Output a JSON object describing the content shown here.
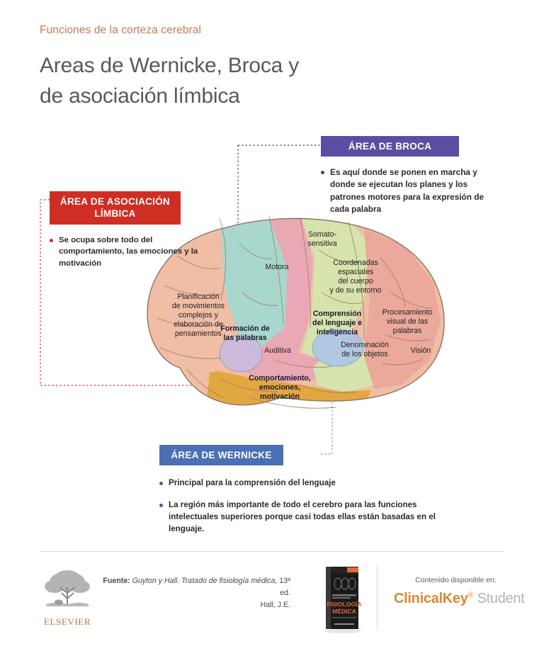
{
  "header": {
    "eyebrow": "Funciones de la corteza cerebral",
    "title_line1": "Areas de Wernicke, Broca y",
    "title_line2": "de asociación límbica"
  },
  "callouts": {
    "broca": {
      "title": "ÁREA DE BROCA",
      "color": "#5b4ea2",
      "bullets": [
        "Es aquí donde se ponen en marcha y donde se ejecutan los planes y los patrones motores para la expresión de cada palabra"
      ]
    },
    "limbica": {
      "title": "ÁREA DE\nASOCIACIÓN LÍMBICA",
      "color": "#cf2e24",
      "bullets": [
        "Se ocupa sobre todo del comportamiento, las emociones y la motivación"
      ]
    },
    "wernicke": {
      "title": "ÁREA DE WERNICKE",
      "color": "#4a6fb5",
      "bullets": [
        "Principal para la comprensión del lenguaje",
        "La región más importante de todo el cerebro para las funciones intelectuales superiores porque casi todas ellas están basadas en el lenguaje."
      ]
    }
  },
  "brain": {
    "regions": [
      {
        "name": "prefrontal",
        "label": "Planificación\nde movimientos\ncomplejos y\nelaboración de\npensamientos",
        "color": "#f0bda5"
      },
      {
        "name": "motora",
        "label": "Motora",
        "color": "#a8d8cd"
      },
      {
        "name": "somatosensitiva",
        "label": "Somato-\nsensitiva",
        "color": "#e9a8b4"
      },
      {
        "name": "coordenadas",
        "label": "Coordenadas\nespaciales\ndel cuerpo\ny de su entorno",
        "color": "#d6e3ac"
      },
      {
        "name": "procesamiento",
        "label": "Procesamiento\nvisual de las\npalabras",
        "color": "#eaa99a"
      },
      {
        "name": "vision",
        "label": "Visión",
        "color": "#eaa99a"
      },
      {
        "name": "denominacion",
        "label": "Denominación\nde los objetos",
        "color": "#d6e3ac"
      },
      {
        "name": "auditiva",
        "label": "Auditiva",
        "color": "#e9a8b4"
      },
      {
        "name": "limbica",
        "label": "Comportamiento,\nemociones,\nmotivación",
        "color": "#e2a740"
      },
      {
        "name": "formacion-palabras",
        "label": "Formación de\nlas palabras",
        "color": "#c9bce0"
      },
      {
        "name": "comprension",
        "label": "Comprensión\ndel lenguaje e\ninteligencia",
        "color": "#aec6e8"
      }
    ]
  },
  "footer": {
    "elsevier_name": "ELSEVIER",
    "source_lead": "Fuente:",
    "source_title": "Guyton y Hall. Tratado de fisiología médica,",
    "source_edition": "13ª ed.",
    "source_author": "Hall, J.E.",
    "book_title_line1": "FISIOLOGÍA",
    "book_title_line2": "MÉDICA",
    "ck_caption": "Contenido disponible en:",
    "ck_brand": "ClinicalKey",
    "ck_sup": "®",
    "ck_student": "Student"
  }
}
